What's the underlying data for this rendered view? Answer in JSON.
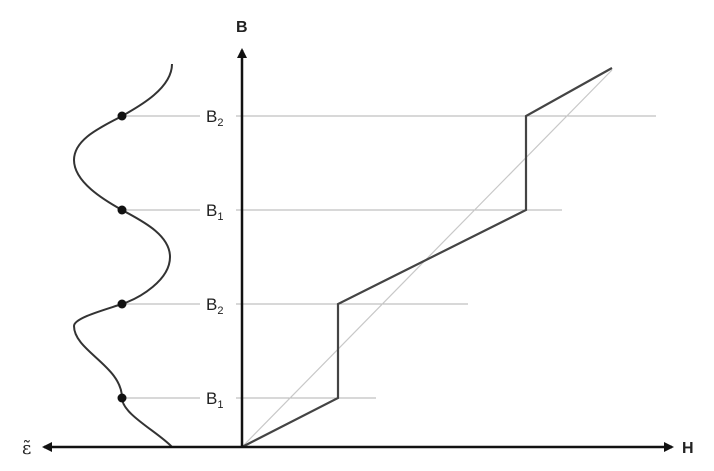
{
  "axes": {
    "y_label": "B",
    "x_label": "H",
    "left_label": "ε̃"
  },
  "levels": [
    {
      "base": "B",
      "sub": "2"
    },
    {
      "base": "B",
      "sub": "1"
    },
    {
      "base": "B",
      "sub": "2"
    },
    {
      "base": "B",
      "sub": "1"
    }
  ],
  "colors": {
    "axis": "#111111",
    "curve": "#444444",
    "guide": "#b0b0b0",
    "reference": "#c8c8c8"
  }
}
